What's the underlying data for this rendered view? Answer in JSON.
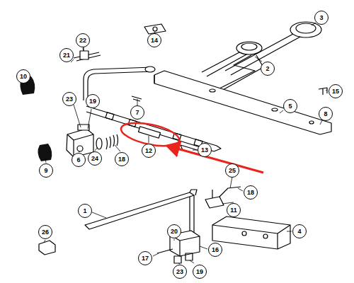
{
  "diagram": {
    "labels": [
      "22",
      "3",
      "14",
      "21",
      "2",
      "10",
      "15",
      "7",
      "5",
      "8",
      "23",
      "19",
      "9",
      "6",
      "24",
      "18",
      "12",
      "13",
      "25",
      "18",
      "11",
      "1",
      "4",
      "26",
      "20",
      "17",
      "16",
      "23",
      "19"
    ]
  }
}
